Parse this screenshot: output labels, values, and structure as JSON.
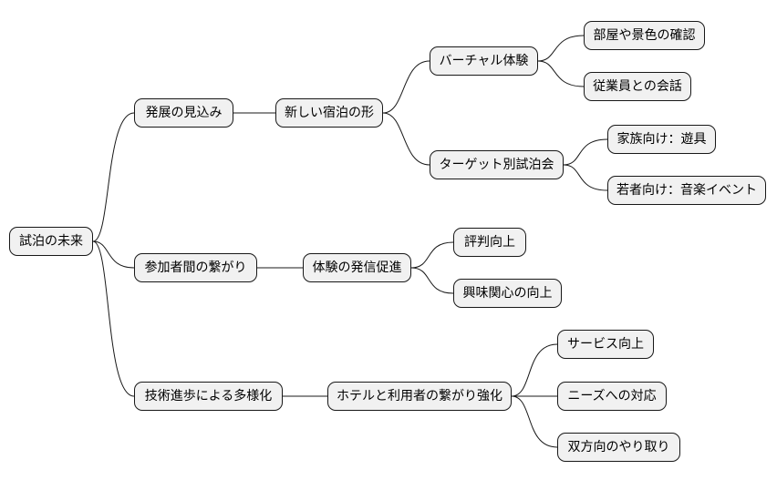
{
  "mindmap": {
    "root": "試泊の未来",
    "branch_1": {
      "label": "発展の見込み",
      "child": "新しい宿泊の形",
      "sub_1": {
        "label": "バーチャル体験",
        "leaves": [
          "部屋や景色の確認",
          "従業員との会話"
        ]
      },
      "sub_2": {
        "label": "ターゲット別試泊会",
        "leaves": [
          "家族向け：遊具",
          "若者向け：音楽イベント"
        ]
      }
    },
    "branch_2": {
      "label": "参加者間の繋がり",
      "child": "体験の発信促進",
      "leaves": [
        "評判向上",
        "興味関心の向上"
      ]
    },
    "branch_3": {
      "label": "技術進歩による多様化",
      "child": "ホテルと利用者の繋がり強化",
      "leaves": [
        "サービス向上",
        "ニーズへの対応",
        "双方向のやり取り"
      ]
    }
  },
  "colors": {
    "node_fill": "#f1f1f1",
    "node_border": "#181818",
    "line": "#181818"
  }
}
